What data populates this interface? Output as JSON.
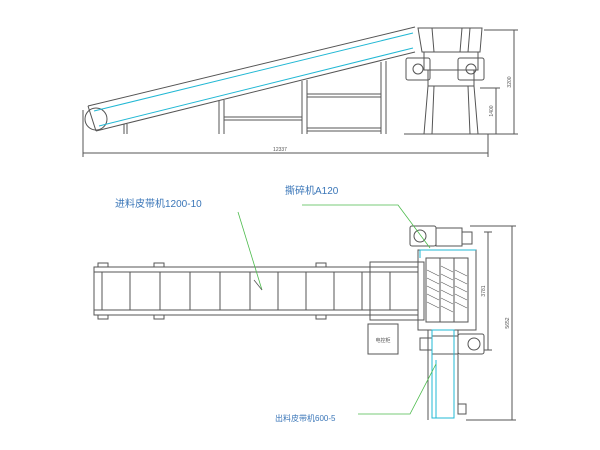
{
  "labels": {
    "feed_conveyor": "进料皮带机1200-10",
    "shredder": "撕碎机A120",
    "discharge_conveyor": "出料皮带机600-5",
    "control_cabinet": "电控柜"
  },
  "dimensions": {
    "total_length": "12337",
    "total_height": "3200",
    "platform_height": "1400",
    "shredder_span": "3781",
    "overall_width": "5652"
  },
  "colors": {
    "line": "#555555",
    "belt": "#22b8d4",
    "leader": "#4dbb4d"
  }
}
